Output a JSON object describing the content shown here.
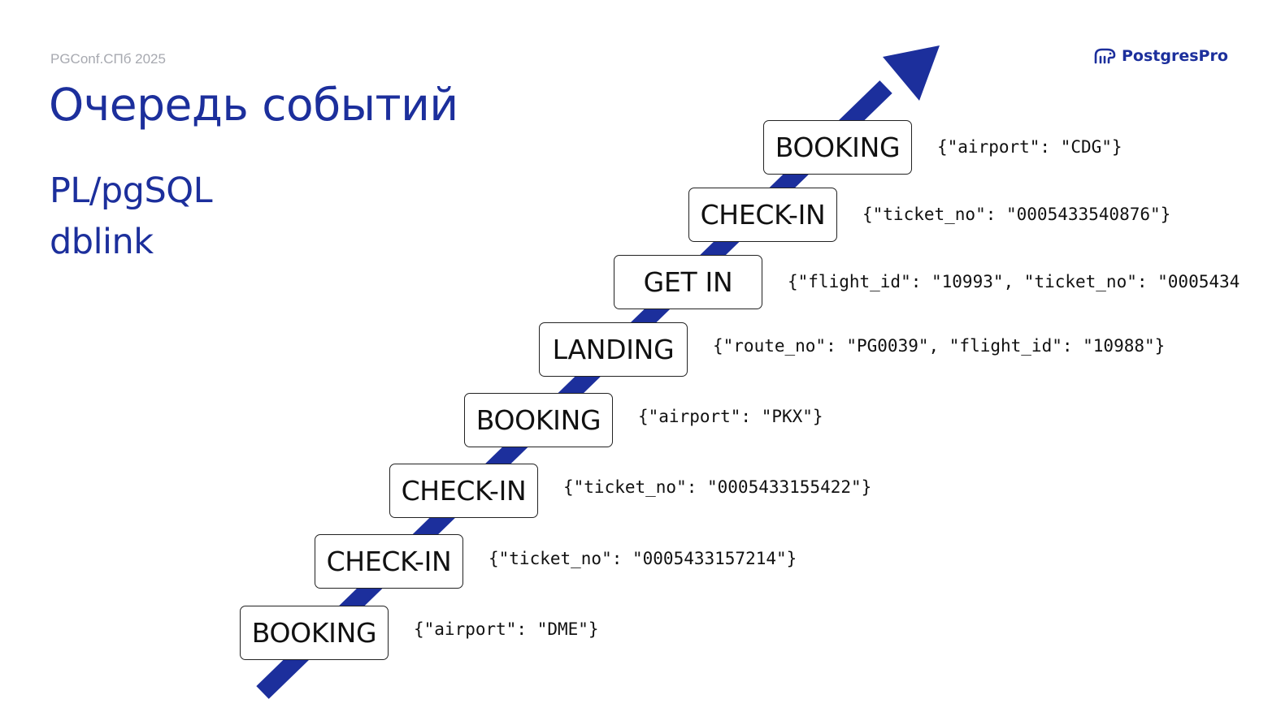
{
  "header": {
    "conference": "PGConf.СПб 2025",
    "brand": "PostgresPro"
  },
  "title": "Очередь событий",
  "subtitles": [
    "PL/pgSQL",
    "dblink"
  ],
  "colors": {
    "accent": "#1c2f9c",
    "muted": "#a7a9b0"
  },
  "events": [
    {
      "name": "BOOKING",
      "payload": "{\"airport\": \"DME\"}"
    },
    {
      "name": "CHECK-IN",
      "payload": "{\"ticket_no\": \"0005433157214\"}"
    },
    {
      "name": "CHECK-IN",
      "payload": "{\"ticket_no\": \"0005433155422\"}"
    },
    {
      "name": "BOOKING",
      "payload": "{\"airport\": \"PKX\"}"
    },
    {
      "name": "LANDING",
      "payload": "{\"route_no\": \"PG0039\", \"flight_id\": \"10988\"}"
    },
    {
      "name": "GET IN",
      "payload": "{\"flight_id\": \"10993\", \"ticket_no\": \"0005434"
    },
    {
      "name": "CHECK-IN",
      "payload": "{\"ticket_no\": \"0005433540876\"}"
    },
    {
      "name": "BOOKING",
      "payload": "{\"airport\": \"CDG\"}"
    }
  ],
  "icons": {
    "logo": "elephant-logo-icon",
    "flow": "arrow-up-right-icon"
  }
}
